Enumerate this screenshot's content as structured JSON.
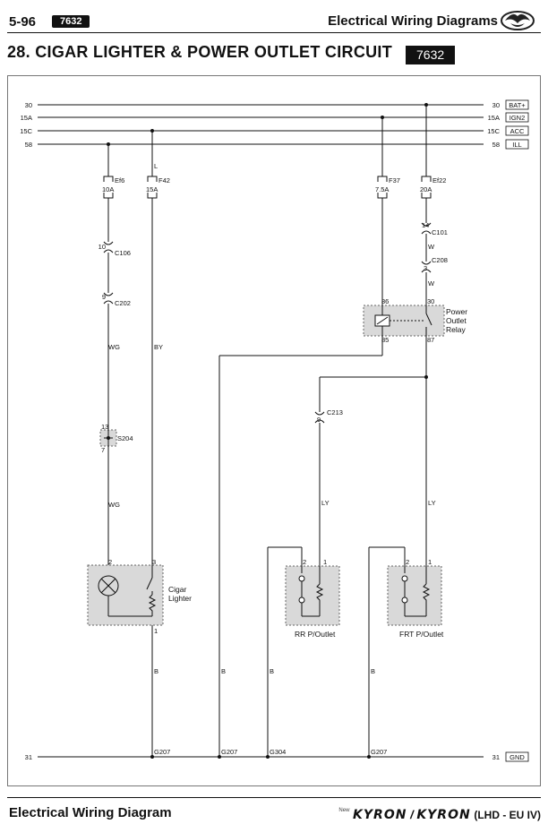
{
  "header": {
    "page_number": "5-96",
    "code_badge": "7632",
    "title": "Electrical Wiring Diagrams",
    "logo_icon": "ssangyong-logo-icon"
  },
  "section": {
    "title": "28. CIGAR LIGHTER & POWER OUTLET CIRCUIT",
    "code": "7632"
  },
  "rails": {
    "left": [
      "30",
      "15A",
      "15C",
      "58"
    ],
    "right": [
      "30",
      "15A",
      "15C",
      "58"
    ],
    "tags": [
      "BAT+",
      "IGN2",
      "ACC",
      "ILL"
    ]
  },
  "fuses": {
    "ef6": {
      "name": "Ef6",
      "rating": "10A"
    },
    "f42": {
      "name": "F42",
      "rating": "15A"
    },
    "f37": {
      "name": "F37",
      "rating": "7.5A"
    },
    "ef22": {
      "name": "Ef22",
      "rating": "20A"
    }
  },
  "connectors": {
    "c106": {
      "pin": "10",
      "name": "C106"
    },
    "c202": {
      "pin": "9",
      "name": "C202"
    },
    "c101": {
      "pin": "14",
      "name": "C101"
    },
    "c208": {
      "pin": "3",
      "name": "C208"
    },
    "c213": {
      "pin": "9",
      "name": "C213"
    },
    "s204": {
      "top_pin": "13",
      "bottom_pin": "7",
      "name": "S204"
    }
  },
  "wires": {
    "l": "L",
    "wg": "WG",
    "by": "BY",
    "w": "W",
    "ly": "LY",
    "b": "B"
  },
  "relay": {
    "name_lines": [
      "Power",
      "Outlet",
      "Relay"
    ],
    "pins": {
      "p86": "86",
      "p85": "85",
      "p30": "30",
      "p87": "87"
    }
  },
  "components": {
    "cigar": {
      "label_lines": [
        "Cigar",
        "Lighter"
      ],
      "pin2": "2",
      "pin3": "3",
      "pin1": "1"
    },
    "rr": {
      "label": "RR P/Outlet",
      "pin2": "2",
      "pin1": "1"
    },
    "frt": {
      "label": "FRT P/Outlet",
      "pin2": "2",
      "pin1": "1"
    }
  },
  "ground": {
    "left": "31",
    "right": "31",
    "tag": "GND",
    "points": [
      "G207",
      "G207",
      "G304",
      "G207"
    ]
  },
  "footer": {
    "left": "Electrical Wiring Diagram",
    "new_mark": "New",
    "brand1": "KYRON",
    "separator": "/",
    "brand2": "KYRON",
    "tag": "(LHD - EU IV)"
  }
}
